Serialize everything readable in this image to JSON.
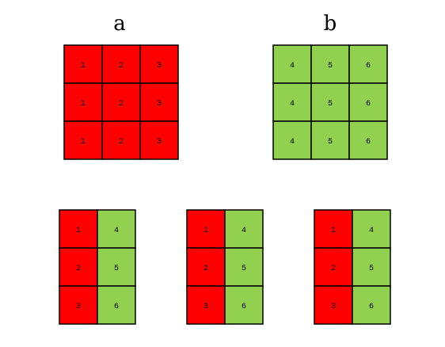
{
  "colors": {
    "red": "#ff0000",
    "green": "#92d050",
    "stroke": "#000000"
  },
  "grid_a": {
    "label": "a",
    "rows": [
      [
        "1",
        "2",
        "3"
      ],
      [
        "1",
        "2",
        "3"
      ],
      [
        "1",
        "2",
        "3"
      ]
    ],
    "fill": "red"
  },
  "grid_b": {
    "label": "b",
    "rows": [
      [
        "4",
        "5",
        "6"
      ],
      [
        "4",
        "5",
        "6"
      ],
      [
        "4",
        "5",
        "6"
      ]
    ],
    "fill": "green"
  },
  "combined_grids": [
    {
      "rows": [
        [
          "1",
          "4"
        ],
        [
          "2",
          "5"
        ],
        [
          "3",
          "6"
        ]
      ]
    },
    {
      "rows": [
        [
          "1",
          "4"
        ],
        [
          "2",
          "5"
        ],
        [
          "3",
          "6"
        ]
      ]
    },
    {
      "rows": [
        [
          "1",
          "4"
        ],
        [
          "2",
          "5"
        ],
        [
          "3",
          "6"
        ]
      ]
    }
  ]
}
